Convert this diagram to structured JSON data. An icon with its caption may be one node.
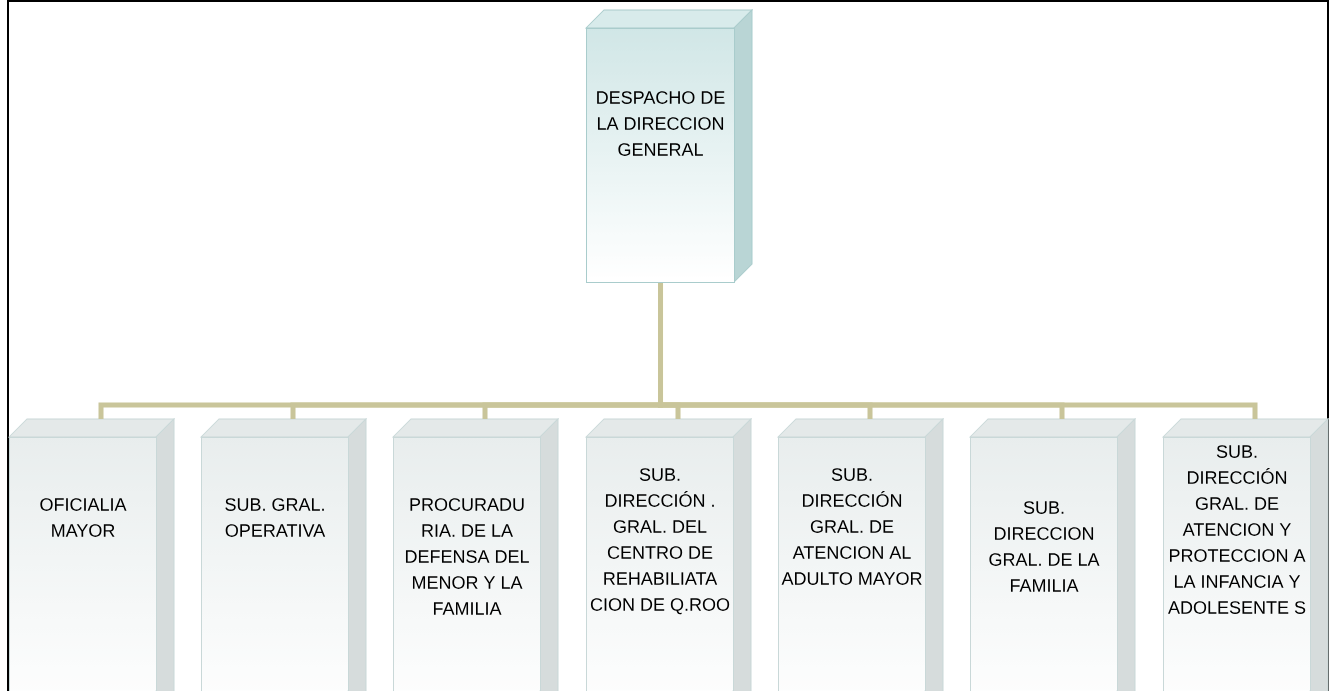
{
  "diagram": {
    "nodes": [
      {
        "text": [
          "DESPACHO DE LA DIRECCION GENERAL"
        ]
      },
      {
        "text": [
          "OFICIALIA MAYOR"
        ]
      },
      {
        "text": [
          "SUB. GRAL. OPERATIVA"
        ]
      },
      {
        "text": [
          "PROCURADU RIA. DE LA DEFENSA DEL MENOR Y LA FAMILIA"
        ]
      },
      {
        "text": [
          "SUB. DIRECCIÓN . GRAL. DEL CENTRO DE REHABILIATA CION DE Q.ROO"
        ]
      },
      {
        "text": [
          "SUB. DIRECCIÓN GRAL. DE ATENCION AL ADULTO MAYOR"
        ]
      },
      {
        "text": [
          "SUB. DIRECCION GRAL. DE LA FAMILIA"
        ]
      },
      {
        "text": [
          "SUB. DIRECCIÓN GRAL. DE ATENCION Y PROTECCION A LA INFANCIA Y ADOLESENTE S"
        ]
      }
    ],
    "edges": [
      {
        "from": 0,
        "to": 1,
        "arrow": "none"
      },
      {
        "from": 0,
        "to": 2,
        "arrow": "none"
      },
      {
        "from": 0,
        "to": 3,
        "arrow": "none"
      },
      {
        "from": 0,
        "to": 4,
        "arrow": "none"
      },
      {
        "from": 0,
        "to": 5,
        "arrow": "none"
      },
      {
        "from": 0,
        "to": 6,
        "arrow": "none"
      },
      {
        "from": 0,
        "to": 7,
        "arrow": "none"
      }
    ]
  }
}
